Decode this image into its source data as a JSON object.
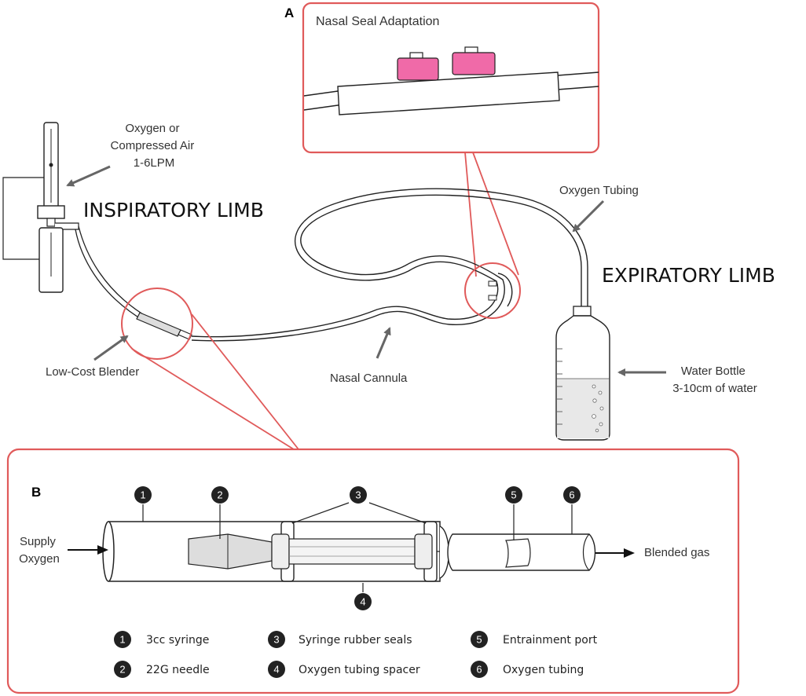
{
  "panels": {
    "a": {
      "letter": "A",
      "title": "Nasal Seal Adaptation"
    },
    "b": {
      "letter": "B"
    }
  },
  "labels": {
    "gas_source": [
      "Oxygen or",
      "Compressed Air",
      "1-6LPM"
    ],
    "inspiratory_limb": "INSPIRATORY LIMB",
    "expiratory_limb": "EXPIRATORY LIMB",
    "oxygen_tubing": "Oxygen Tubing",
    "low_cost_blender": "Low-Cost Blender",
    "nasal_cannula": "Nasal Cannula",
    "water_bottle": [
      "Water Bottle",
      "3-10cm of water"
    ]
  },
  "detail_b": {
    "supply_oxygen": [
      "Supply",
      "Oxygen"
    ],
    "blended_gas": "Blended gas",
    "callouts": [
      "1",
      "2",
      "3",
      "4",
      "5",
      "6"
    ],
    "legend": [
      {
        "num": "1",
        "text": "3cc syringe"
      },
      {
        "num": "2",
        "text": "22G needle"
      },
      {
        "num": "3",
        "text": "Syringe rubber seals"
      },
      {
        "num": "4",
        "text": "Oxygen tubing spacer"
      },
      {
        "num": "5",
        "text": "Entrainment port"
      },
      {
        "num": "6",
        "text": "Oxygen tubing"
      }
    ]
  },
  "colors": {
    "callout_red": "#e05a5a",
    "seal_pink": "#f06aa8",
    "line": "#222222",
    "arrow": "#666666"
  }
}
